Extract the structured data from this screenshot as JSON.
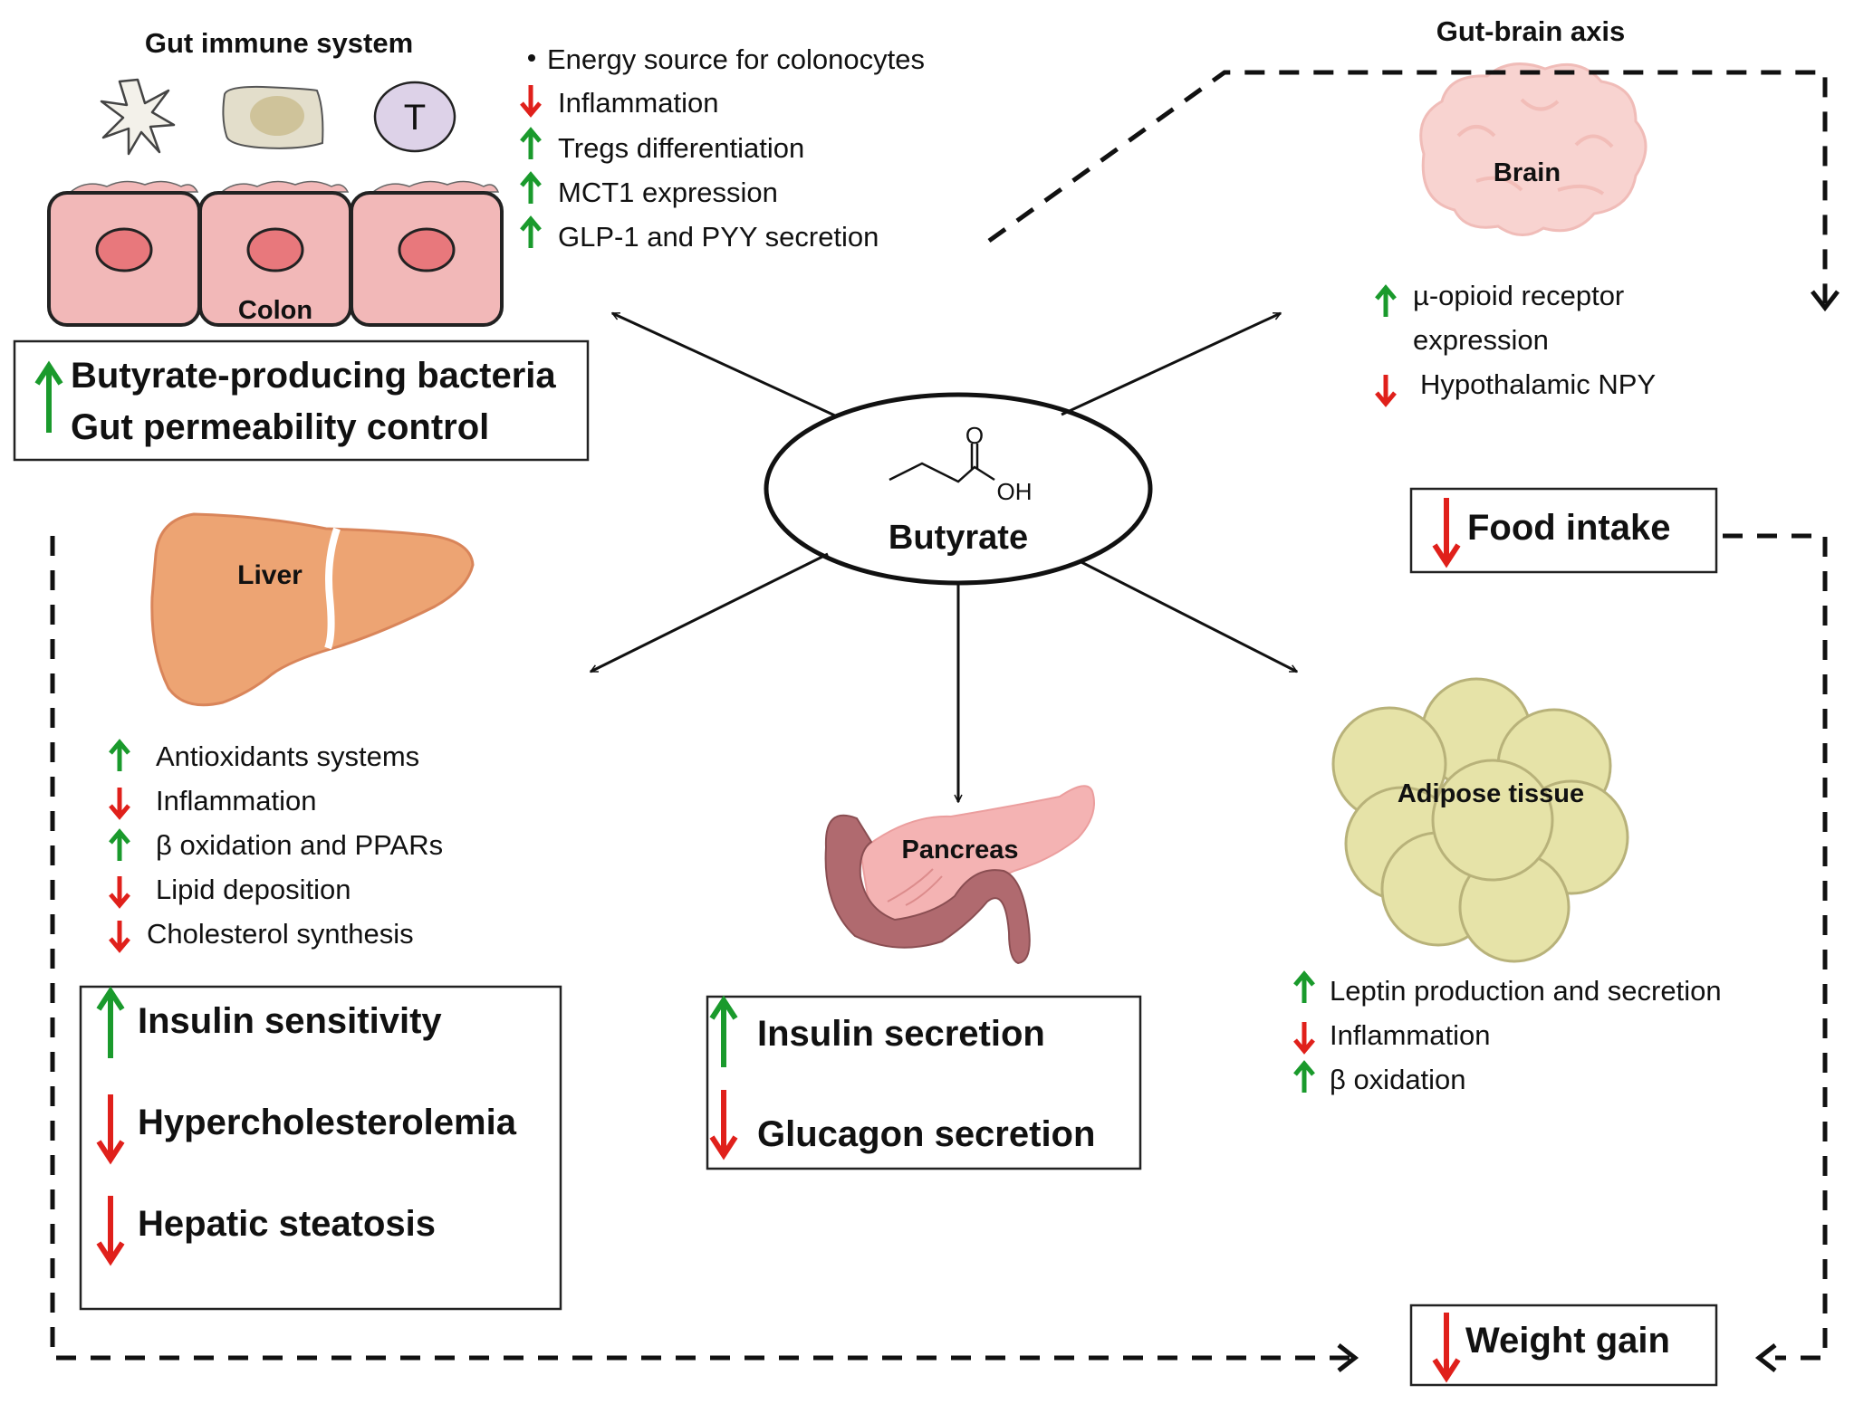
{
  "center": {
    "label": "Butyrate",
    "chem_o": "O",
    "chem_oh": "OH"
  },
  "gut": {
    "title": "Gut immune system",
    "colon_label": "Colon",
    "tcell_label": "T",
    "effects": [
      {
        "dir": "bullet",
        "text": "Energy source for colonocytes"
      },
      {
        "dir": "down",
        "text": "Inflammation"
      },
      {
        "dir": "up",
        "text": "Tregs differentiation"
      },
      {
        "dir": "up",
        "text": "MCT1 expression"
      },
      {
        "dir": "up",
        "text": "GLP-1 and PYY secretion"
      }
    ],
    "box": [
      "Butyrate-producing bacteria",
      "Gut permeability control"
    ]
  },
  "brain": {
    "axis_title": "Gut-brain axis",
    "label": "Brain",
    "effects": [
      {
        "dir": "up",
        "text": "µ-opioid receptor"
      },
      {
        "dir": "none",
        "text": "expression"
      },
      {
        "dir": "down",
        "text": "Hypothalamic NPY"
      }
    ]
  },
  "food_intake": {
    "dir": "down",
    "text": "Food intake"
  },
  "liver": {
    "label": "Liver",
    "effects": [
      {
        "dir": "up",
        "text": "Antioxidants systems"
      },
      {
        "dir": "down",
        "text": "Inflammation"
      },
      {
        "dir": "up",
        "text": "β oxidation and PPARs"
      },
      {
        "dir": "down",
        "text": "Lipid deposition"
      },
      {
        "dir": "down",
        "text": "Cholesterol synthesis"
      }
    ],
    "box": [
      {
        "dir": "up",
        "text": "Insulin sensitivity"
      },
      {
        "dir": "down",
        "text": "Hypercholesterolemia"
      },
      {
        "dir": "down",
        "text": "Hepatic steatosis"
      }
    ]
  },
  "pancreas": {
    "label": "Pancreas",
    "box": [
      {
        "dir": "up",
        "text": "Insulin secretion"
      },
      {
        "dir": "down",
        "text": "Glucagon secretion"
      }
    ]
  },
  "adipose": {
    "label": "Adipose tissue",
    "effects": [
      {
        "dir": "up",
        "text": "Leptin production and secretion"
      },
      {
        "dir": "down",
        "text": "Inflammation"
      },
      {
        "dir": "up",
        "text": "β oxidation"
      }
    ]
  },
  "weight_gain": {
    "dir": "down",
    "text": "Weight gain"
  },
  "colors": {
    "up": "#1a9a2c",
    "down": "#e0201b",
    "colon": "#f2b8b8",
    "liver": "#eda473",
    "adipose": "#e6e3a8",
    "brain": "#f8d3d0",
    "pancreas": "#f4b3b3",
    "duodenum": "#b06a6f"
  }
}
